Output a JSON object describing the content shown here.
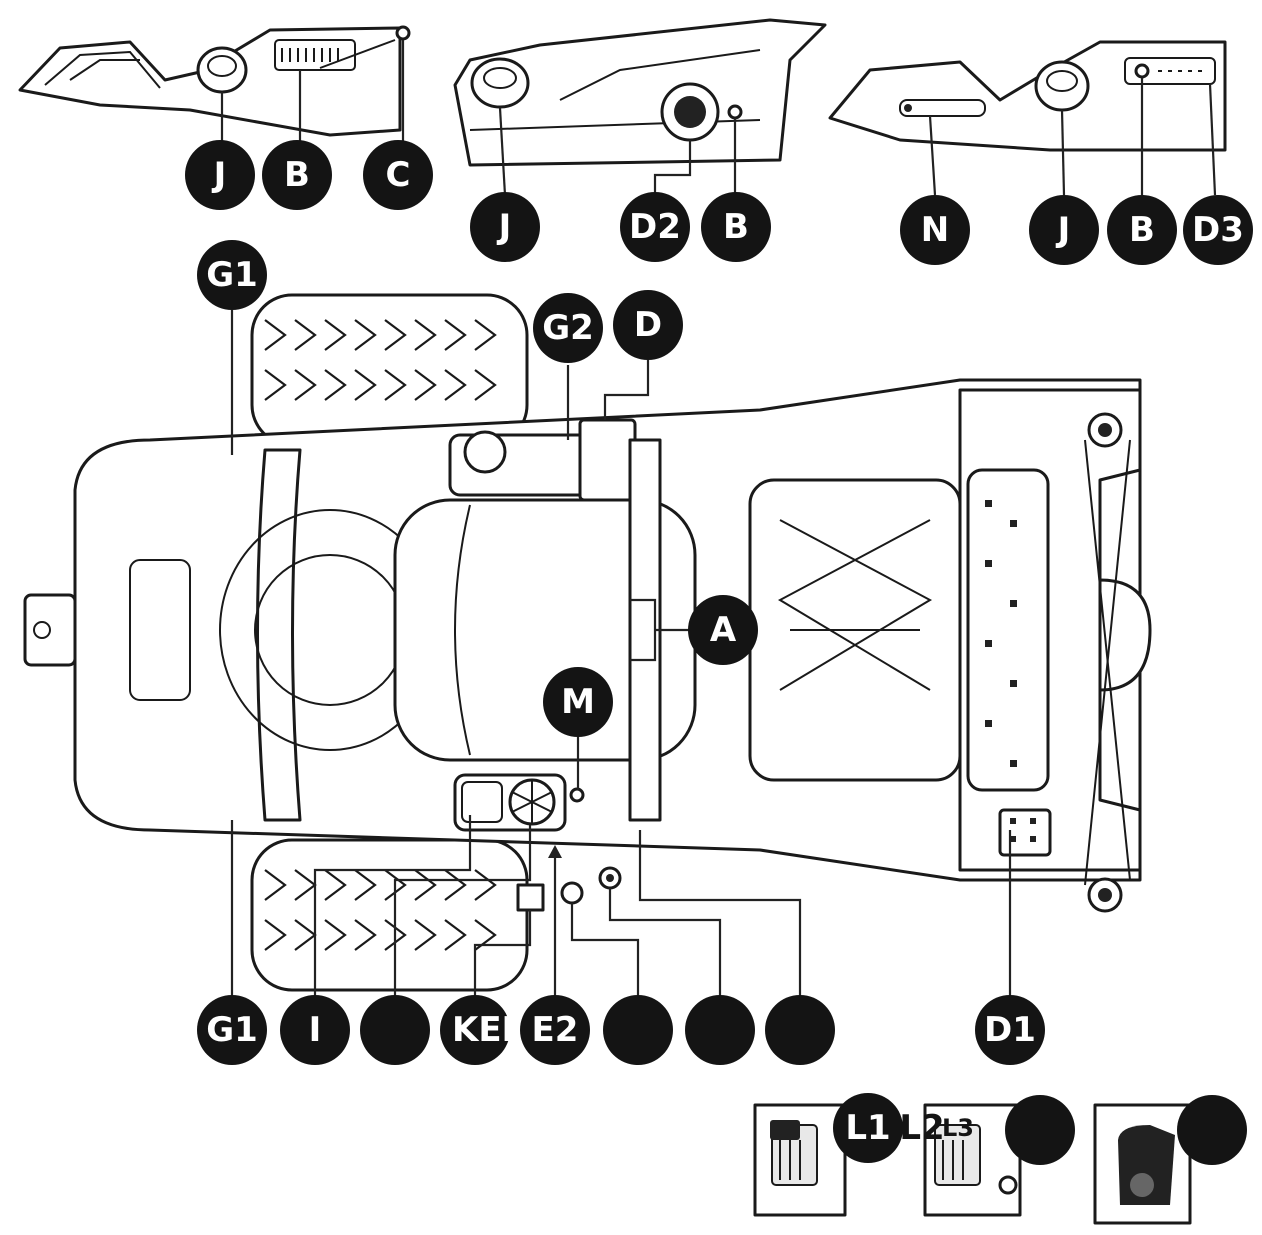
{
  "callouts": {
    "c_j1": "J",
    "c_b1": "B",
    "c_c1": "C",
    "c_j2": "J",
    "c_d2": "D2",
    "c_b2": "B",
    "c_n3": "N",
    "c_j3": "J",
    "c_b3": "B",
    "c_d3": "D3",
    "c_g1_top": "G1",
    "c_g2": "G2",
    "c_d": "D",
    "c_a": "A",
    "c_m": "M",
    "c_g1_bottom": "G1",
    "c_i": "I",
    "c_blank1": "",
    "c_kefe": "KEFE",
    "c_e2": "E2",
    "c_blank2": "",
    "c_blank3": "",
    "c_blank4": "",
    "c_d1": "D1",
    "c_l1": "L1",
    "c_l2": "L2",
    "c_l3": "L3",
    "c_blank5": "",
    "c_blank6": ""
  },
  "colors": {
    "callout": "#141414",
    "ink": "#1a1a1a",
    "paper": "#ffffff"
  }
}
